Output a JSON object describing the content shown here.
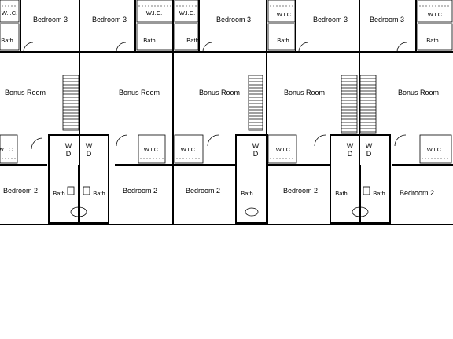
{
  "labels": {
    "bedroom3": "Bedroom 3",
    "bedroom2": "Bedroom 2",
    "bonus": "Bonus Room",
    "wic": "W.I.C.",
    "bath": "Bath",
    "w": "W",
    "d": "D"
  }
}
